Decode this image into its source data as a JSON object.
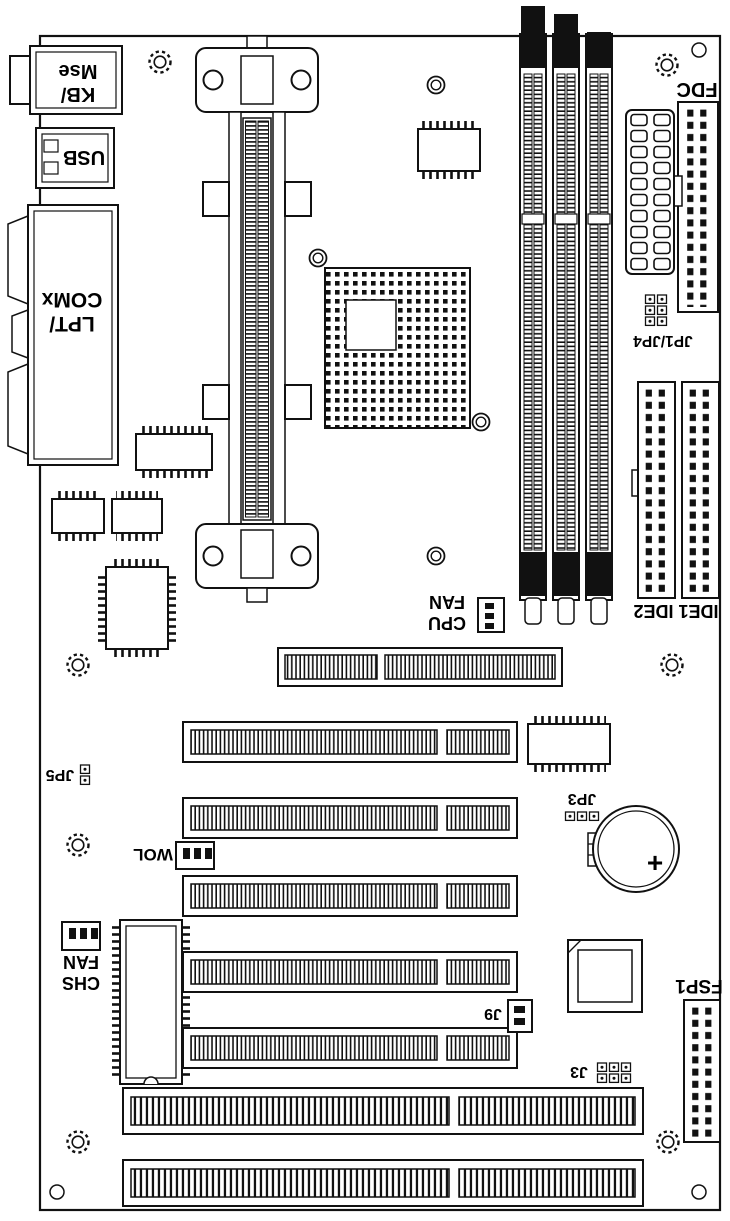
{
  "board": {
    "labels": {
      "kb_mse_line1": "KB/",
      "kb_mse_line2": "Mse",
      "usb": "USB",
      "lpt_line1": "LPT/",
      "lpt_line2": "COMx",
      "fdc": "FDC",
      "jp1_jp4": "JP1/JP4",
      "ide": "IDE1 IDE2",
      "cpu_fan_line1": "CPU",
      "cpu_fan_line2": "FAN",
      "jp5": "JP5",
      "wol": "WOL",
      "jp3": "JP3",
      "chs_fan_line1": "CHS",
      "chs_fan_line2": "FAN",
      "j9": "J9",
      "j3": "J3",
      "fsp1": "FSP1",
      "battery_plus": "+"
    },
    "colors": {
      "line": "#111111",
      "background": "#ffffff"
    }
  }
}
